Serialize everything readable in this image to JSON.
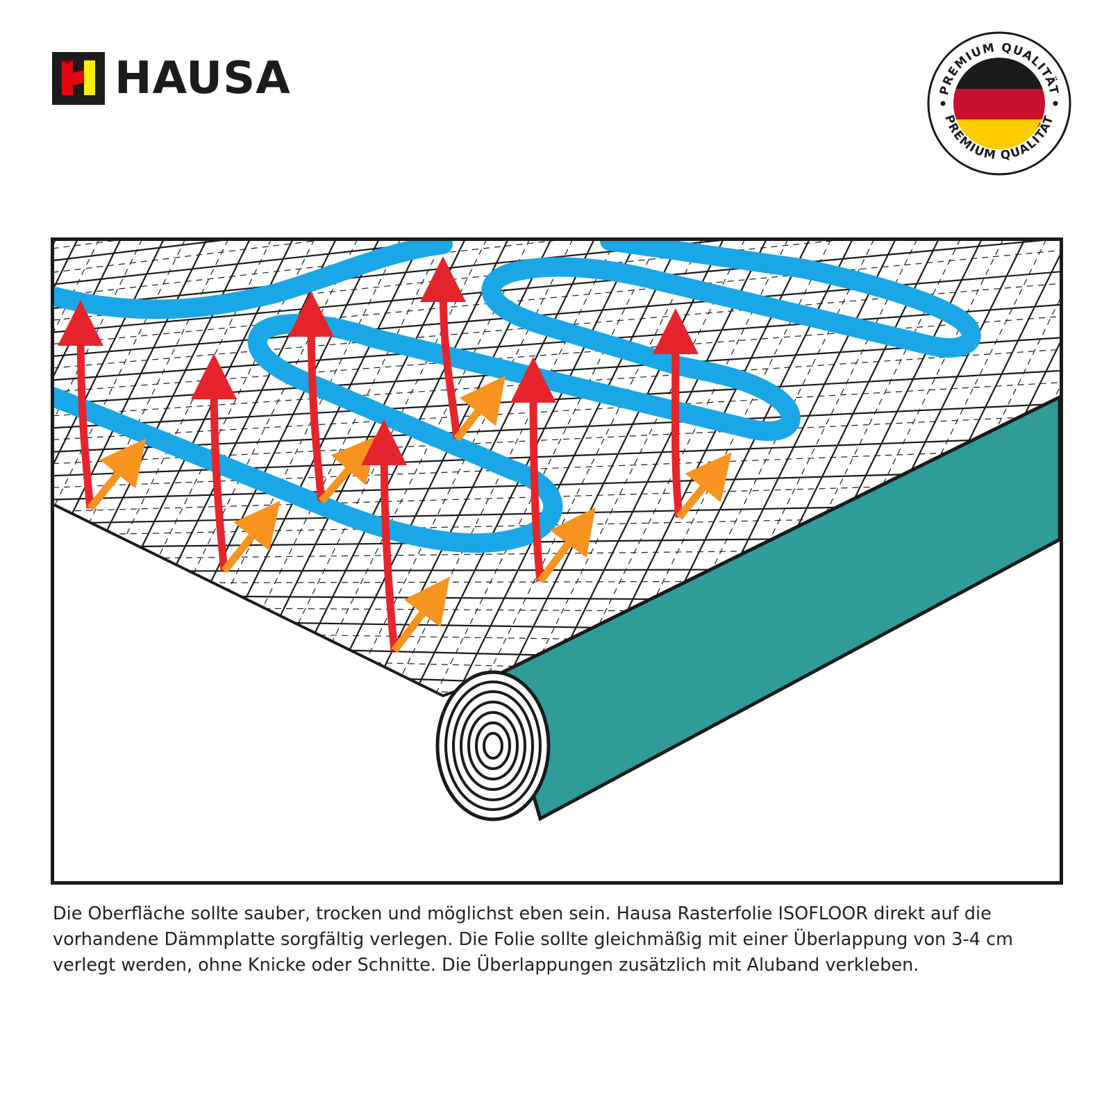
{
  "brand": {
    "name": "HAUSA",
    "logo_icon": "hausa-h-logo-icon",
    "colors": {
      "black": "#1c1c1c",
      "red": "#e30613",
      "yellow": "#ffed00"
    }
  },
  "seal": {
    "icon": "german-flag-seal-icon",
    "top_text": "PREMIUM QUALITÄT",
    "bottom_text": "PREMIUM QUALITÄT",
    "flag_colors": [
      "#1a1a1a",
      "#c8102e",
      "#ffcc00"
    ]
  },
  "illustration": {
    "icon": "heating-foil-roll-diagram-icon",
    "colors": {
      "pipe": "#1aa7e8",
      "heat_arrow": "#e5252b",
      "reflect_arrow": "#f7931e",
      "roll": "#2f9c9a",
      "grid": "#1a1a1a"
    }
  },
  "caption": {
    "text": "Die Oberfläche sollte sauber, trocken und möglichst eben sein. Hausa Rasterfolie ISOFLOOR direkt auf die vorhandene Dämmplatte sorgfältig verlegen. Die Folie sollte gleichmäßig mit einer Überlappung von 3-4 cm verlegt werden, ohne Knicke oder Schnitte. Die Überlappungen zusätzlich mit Aluband verkleben."
  }
}
